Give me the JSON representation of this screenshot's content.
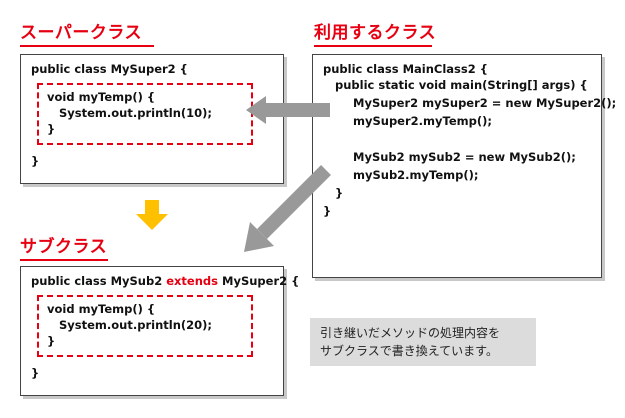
{
  "headings": {
    "super": "スーパークラス",
    "user": "利用するクラス",
    "sub": "サブクラス"
  },
  "super_box": {
    "lines": [
      "public class MySuper2 {",
      "void myTemp() {",
      "System.out.println(10);",
      "}",
      "}"
    ]
  },
  "user_box": {
    "lines": [
      "public class MainClass2 {",
      "public static void main(String[] args) {",
      "MySuper2 mySuper2 = new MySuper2();",
      "mySuper2.myTemp();",
      "MySub2 mySub2 = new MySub2();",
      "mySub2.myTemp();",
      "}",
      "}"
    ]
  },
  "sub_box": {
    "decl_start": "public class MySub2 ",
    "decl_keyword": "extends",
    "decl_end": " MySuper2 {",
    "lines": [
      "void myTemp() {",
      "System.out.println(20);",
      "}",
      "}"
    ]
  },
  "note": {
    "line1": "引き継いだメソッドの処理内容を",
    "line2": "サブクラスで書き換えています。"
  },
  "colors": {
    "accent_red": "#e60012",
    "arrow_gray": "#999999",
    "arrow_yellow": "#ffc000",
    "note_bg": "#dcdcdc"
  }
}
